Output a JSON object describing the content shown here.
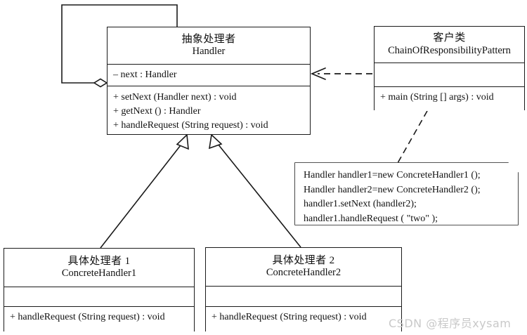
{
  "diagram": {
    "kind": "uml-class-diagram",
    "title": "Chain of Responsibility Pattern Class Diagram",
    "line_color": "#1a1a1a",
    "background": "#ffffff",
    "text_color": "#111111",
    "watermark": "CSDN @程序员xysam"
  },
  "classes": {
    "handler": {
      "name_cn": "抽象处理者",
      "name_en": "Handler",
      "attributes": [
        "– next : Handler"
      ],
      "operations": [
        "+ setNext (Handler next) : void",
        "+ getNext () : Handler",
        "+ handleRequest (String request) : void"
      ]
    },
    "client": {
      "name_cn": "客户类",
      "name_en": "ChainOfResponsibilityPattern",
      "attributes": [],
      "operations": [
        "+ main (String [] args) : void"
      ]
    },
    "concrete1": {
      "name_cn": "具体处理者 1",
      "name_en": "ConcreteHandler1",
      "attributes": [],
      "operations": [
        "+ handleRequest (String request) : void"
      ]
    },
    "concrete2": {
      "name_cn": "具体处理者 2",
      "name_en": "ConcreteHandler2",
      "attributes": [],
      "operations": [
        "+ handleRequest (String request) : void"
      ]
    }
  },
  "note": {
    "lines": [
      "Handler handler1=new ConcreteHandler1 ();",
      "Handler handler2=new ConcreteHandler2 ();",
      "handler1.setNext (handler2);",
      "handler1.handleRequest (  \"two\"  );"
    ]
  },
  "relations": [
    {
      "id": "aggregation-self",
      "type": "aggregation",
      "from": "handler",
      "to": "handler",
      "marker": "hollow-diamond"
    },
    {
      "id": "dependency-client-handler",
      "type": "dependency",
      "from": "client",
      "to": "handler",
      "marker": "open-arrow",
      "style": "dashed"
    },
    {
      "id": "generalization-concrete1",
      "type": "generalization",
      "from": "concrete1",
      "to": "handler",
      "marker": "hollow-triangle"
    },
    {
      "id": "generalization-concrete2",
      "type": "generalization",
      "from": "concrete2",
      "to": "handler",
      "marker": "hollow-triangle"
    },
    {
      "id": "note-anchor-client",
      "type": "note-link",
      "from": "note",
      "to": "client",
      "style": "dashed"
    }
  ]
}
